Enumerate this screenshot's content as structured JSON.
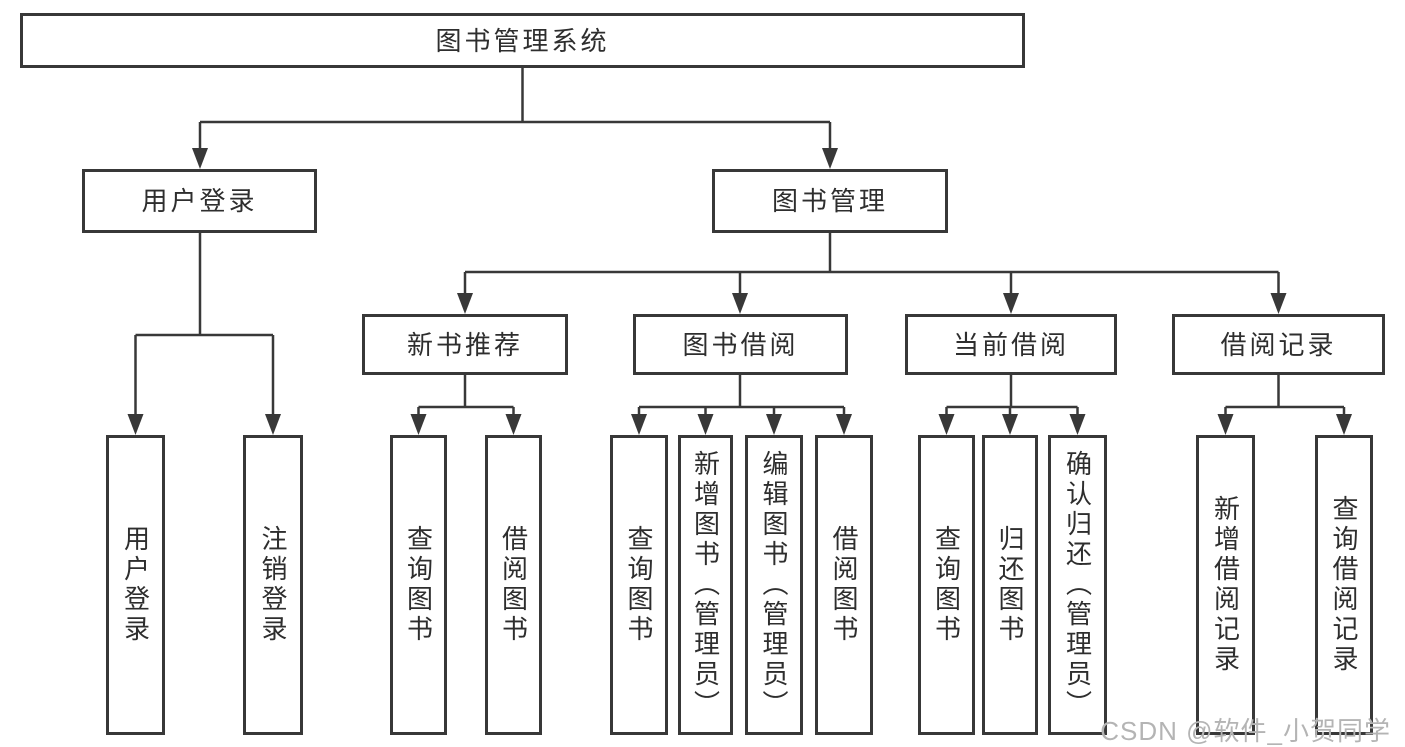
{
  "colors": {
    "line": "#383838",
    "text": "#2e2e2e",
    "watermark_color": "#b4b4b4",
    "background": "#ffffff"
  },
  "watermark": {
    "text": "CSDN @软件_小贺同学"
  },
  "diagram": {
    "root": {
      "label": "图书管理系统"
    },
    "branches": [
      {
        "label": "用户登录",
        "children": [
          {
            "label": "用户登录"
          },
          {
            "label": "注销登录"
          }
        ]
      },
      {
        "label": "图书管理",
        "children": [
          {
            "label": "新书推荐",
            "children": [
              {
                "label": "查询图书"
              },
              {
                "label": "借阅图书"
              }
            ]
          },
          {
            "label": "图书借阅",
            "children": [
              {
                "label": "查询图书"
              },
              {
                "label": "新增图书（管理员）"
              },
              {
                "label": "编辑图书（管理员）"
              },
              {
                "label": "借阅图书"
              }
            ]
          },
          {
            "label": "当前借阅",
            "children": [
              {
                "label": "查询图书"
              },
              {
                "label": "归还图书"
              },
              {
                "label": "确认归还（管理员）"
              }
            ]
          },
          {
            "label": "借阅记录",
            "children": [
              {
                "label": "新增借阅记录"
              },
              {
                "label": "查询借阅记录"
              }
            ]
          }
        ]
      }
    ]
  }
}
